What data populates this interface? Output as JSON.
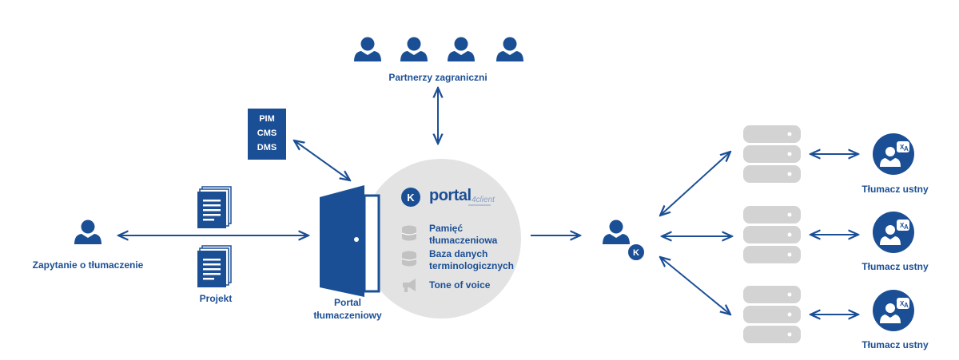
{
  "labels": {
    "partners": "Partnerzy zagraniczni",
    "request": "Zapytanie o tłumaczenie",
    "project": "Projekt",
    "portal_line1": "Portal",
    "portal_line2": "tłumaczeniowy",
    "interpreter": "Tłumacz ustny"
  },
  "cms": {
    "line1": "PIM",
    "line2": "CMS",
    "line3": "DMS"
  },
  "brand": {
    "logo_letter": "K",
    "name": "portal",
    "suffix": "4client"
  },
  "features": [
    {
      "line1": "Pamięć",
      "line2": "tłumaczeniowa",
      "icon": "database-icon"
    },
    {
      "line1": "Baza danych",
      "line2": "terminologicznych",
      "icon": "database-icon"
    },
    {
      "line1": "Tone of voice",
      "line2": "",
      "icon": "megaphone-icon"
    }
  ],
  "colors": {
    "primary": "#1b4f95",
    "light_gray": "#dcdcdc",
    "gray": "#b5b5b5"
  }
}
